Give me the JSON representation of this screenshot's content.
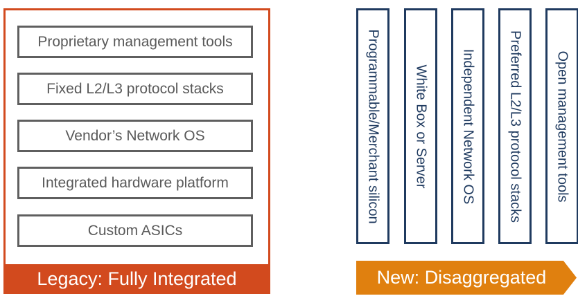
{
  "legacy": {
    "layers": [
      "Proprietary management tools",
      "Fixed L2/L3 protocol stacks",
      "Vendor’s Network OS",
      "Integrated hardware platform",
      "Custom ASICs"
    ],
    "banner": "Legacy: Fully Integrated"
  },
  "new": {
    "columns": [
      "Programmable/Merchant silicon",
      "White Box or Server",
      "Independent Network OS",
      "Preferred L2/L3 protocol stacks",
      "Open management tools"
    ],
    "banner": "New: Disaggregated"
  },
  "colors": {
    "legacy_accent": "#d24a1e",
    "legacy_layer_border": "#5f5f5f",
    "new_column_border": "#1f3a5f",
    "new_accent": "#e0800f"
  }
}
